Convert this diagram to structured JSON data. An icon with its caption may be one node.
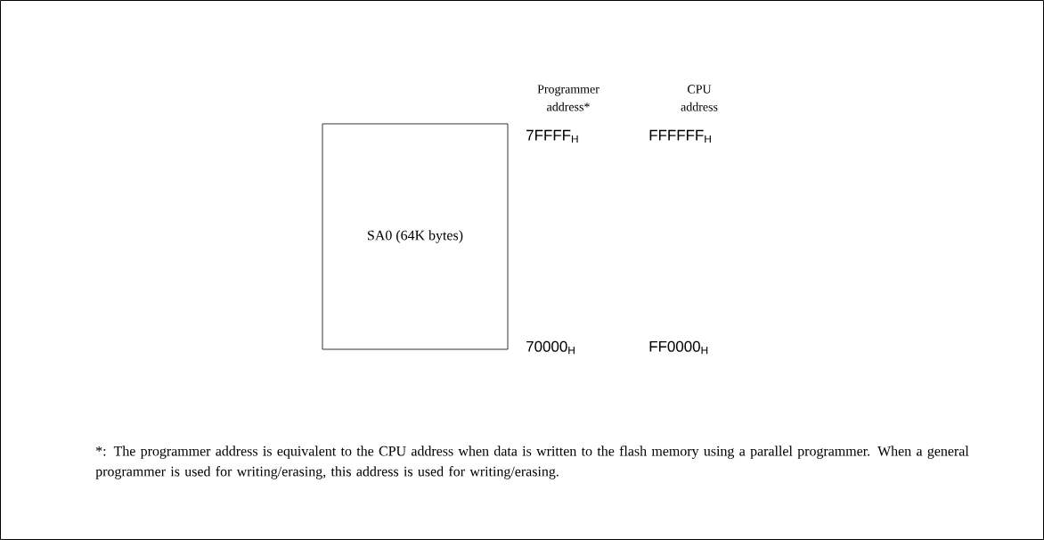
{
  "diagram": {
    "nodes": [
      {
        "text": [
          "SA0 (64K bytes)"
        ]
      }
    ],
    "edges": [],
    "labels": [
      "Programmer address*",
      "CPU address",
      "7FFFF$_{H}$",
      "FFFFFF$_{H}$",
      "70000$_{H}$",
      "FF0000$_{H}$",
      "*: The programmer address is equivalent to the CPU address when data is written to the flash memory using a parallel programmer. When a general programmer is used for writing/erasing, this address is used for writing/erasing."
    ]
  }
}
